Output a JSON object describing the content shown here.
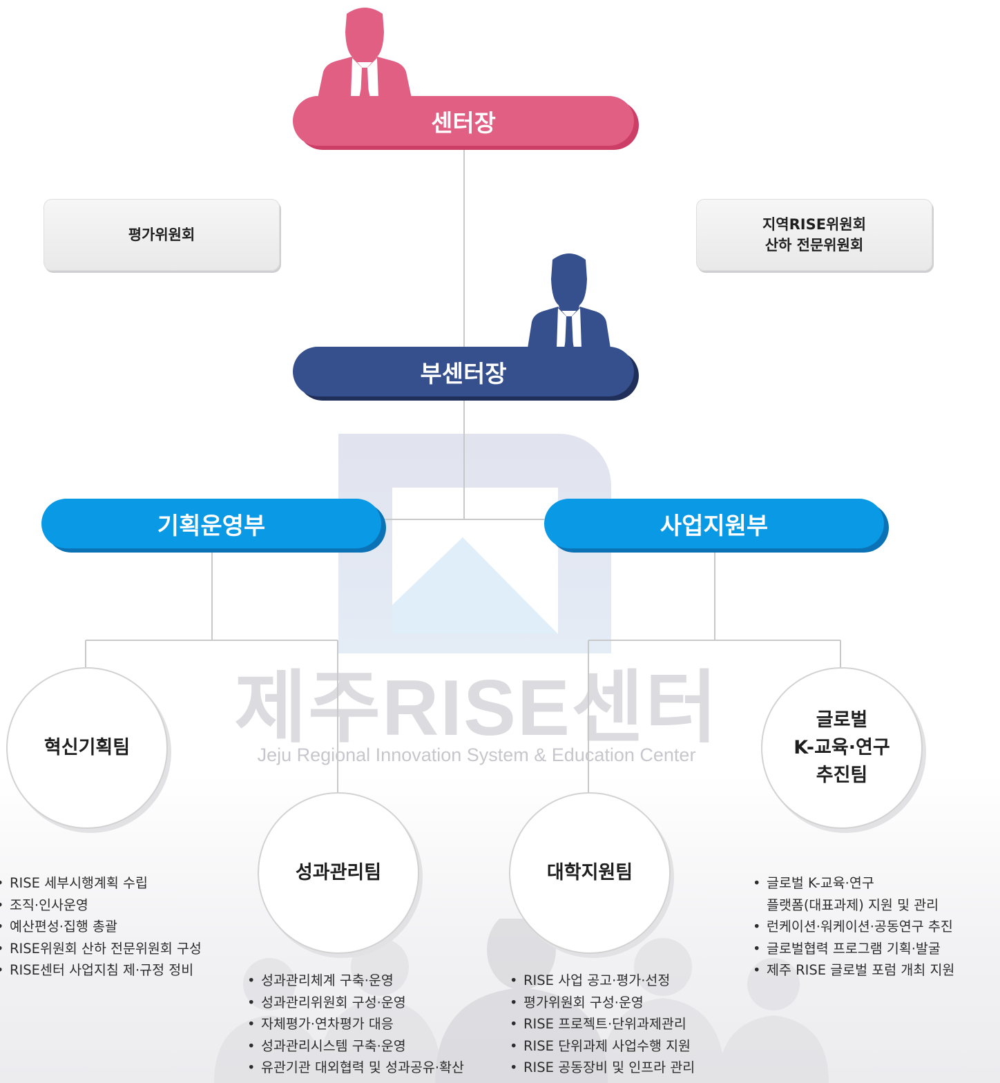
{
  "org": {
    "director": "센터장",
    "deputy_director": "부센터장",
    "committees": {
      "left": "평가위원회",
      "right_line1": "지역RISE위원회",
      "right_line2": "산하 전문위원회"
    },
    "departments": {
      "planning": "기획운영부",
      "business": "사업지원부"
    },
    "teams": [
      {
        "name_lines": [
          "혁신기획팀"
        ],
        "duties": [
          "RISE 세부시행계획 수립",
          "조직·인사운영",
          "예산편성·집행 총괄",
          "RISE위원회 산하 전문위원회 구성",
          "RISE센터 사업지침 제·규정 정비"
        ]
      },
      {
        "name_lines": [
          "성과관리팀"
        ],
        "duties": [
          "성과관리체계 구축·운영",
          "성과관리위원회 구성·운영",
          "자체평가·연차평가 대응",
          "성과관리시스템 구축·운영",
          "유관기관 대외협력 및 성과공유·확산"
        ]
      },
      {
        "name_lines": [
          "대학지원팀"
        ],
        "duties": [
          "RISE 사업 공고·평가·선정",
          "평가위원회 구성·운영",
          "RISE 프로젝트·단위과제관리",
          "RISE 단위과제 사업수행 지원",
          "RISE 공동장비 및 인프라 관리"
        ]
      },
      {
        "name_lines": [
          "글로벌",
          "K-교육·연구",
          "추진팀"
        ],
        "duties": [
          "글로벌 K-교육·연구",
          "플랫폼(대표과제) 지원 및 관리",
          "런케이션·워케이션·공동연구 추진",
          "글로벌협력 프로그램 기획·발굴",
          "제주 RISE 글로벌 포럼 개최 지원"
        ]
      }
    ]
  },
  "watermark": {
    "title": "제주RISE센터",
    "subtitle": "Jeju Regional Innovation System & Education Center"
  },
  "colors": {
    "director": "#e25f84",
    "deputy": "#36508e",
    "department": "#0a99e4",
    "line": "#c8c8c8"
  },
  "icons": [
    "person-icon",
    "person-icon",
    "logo-watermark-icon"
  ]
}
